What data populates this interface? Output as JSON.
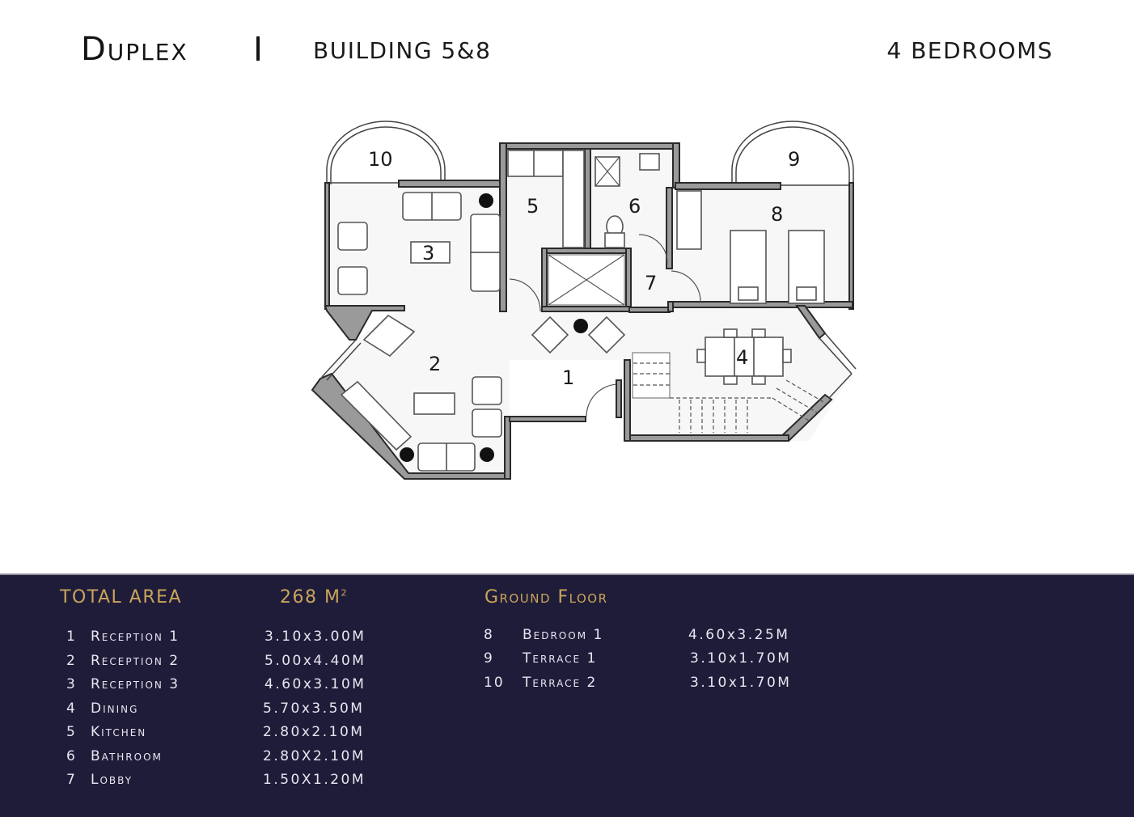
{
  "header": {
    "title": "Duplex",
    "separator": "|",
    "building": "BUILDING 5&8",
    "bedrooms": "4 BEDROOMS"
  },
  "plan": {
    "labels": [
      "1",
      "2",
      "3",
      "4",
      "5",
      "6",
      "7",
      "8",
      "9",
      "10"
    ]
  },
  "summary": {
    "total_area_label": "TOTAL AREA",
    "total_area_value": "268 M",
    "total_area_unit_sup": "2",
    "ground_floor_label": "Ground Floor",
    "left_rooms": [
      {
        "num": "1",
        "name": "Reception 1",
        "dim": "3.10x3.00M"
      },
      {
        "num": "2",
        "name": "Reception 2",
        "dim": "5.00x4.40M"
      },
      {
        "num": "3",
        "name": "Reception 3",
        "dim": "4.60x3.10M"
      },
      {
        "num": "4",
        "name": "Dining",
        "dim": "5.70x3.50M"
      },
      {
        "num": "5",
        "name": "Kitchen",
        "dim": "2.80x2.10M"
      },
      {
        "num": "6",
        "name": "Bathroom",
        "dim": "2.80X2.10M"
      },
      {
        "num": "7",
        "name": "Lobby",
        "dim": "1.50X1.20M"
      }
    ],
    "right_rooms": [
      {
        "num": "8",
        "name": "Bedroom 1",
        "dim": "4.60x3.25M"
      },
      {
        "num": "9",
        "name": "Terrace 1",
        "dim": "3.10x1.70M"
      },
      {
        "num": "10",
        "name": "Terrace 2",
        "dim": "3.10x1.70M"
      }
    ]
  },
  "colors": {
    "panel_bg": "#1f1c3a",
    "gold": "#c9a55a",
    "panel_text": "#e8e6ef",
    "wall_fill": "#9a9a9a",
    "wall_stroke": "#2a2a2a"
  }
}
